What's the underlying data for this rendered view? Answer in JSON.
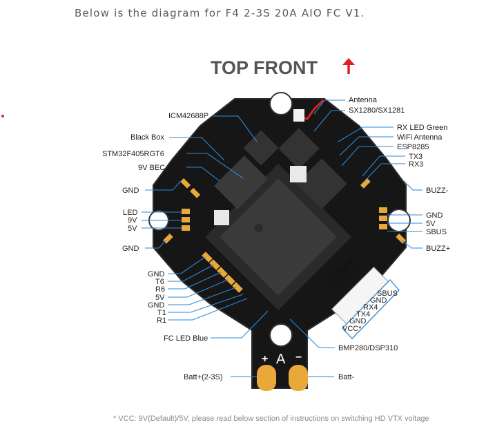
{
  "intro_text": "Below is the diagram for F4 2-3S 20A AIO FC V1.",
  "title": "TOP FRONT",
  "labels": {
    "antenna": "Antenna",
    "sx1280": "SX1280/SX1281",
    "icm": "ICM42688P",
    "rx_led": "RX LED Green",
    "blackbox": "Black Box",
    "wifi": "WiFi Antenna",
    "esp": "ESP8285",
    "stm32": "STM32F405RGT6",
    "tx3": "TX3",
    "rx3": "RX3",
    "bec": "9V BEC",
    "gnd_left_top": "GND",
    "buzz_minus": "BUZZ-",
    "led": "LED",
    "nine_v": "9V",
    "five_v_left": "5V",
    "gnd_right": "GND",
    "five_v_right": "5V",
    "sbus_right": "SBUS",
    "gnd_left_bottom": "GND",
    "buzz_plus": "BUZZ+",
    "gnd_bl": "GND",
    "t6": "T6",
    "r6": "R6",
    "five_v_bl": "5V",
    "gnd_bl2": "GND",
    "t1": "T1",
    "r1": "R1",
    "fc_led": "FC LED Blue",
    "bmp": "BMP280/DSP310",
    "batt_plus": "Batt+(2-3S)",
    "batt_minus": "Batt-"
  },
  "hd_port": {
    "title_line1": "HD Digital",
    "title_line2": "VTX Port",
    "pins": [
      "SBUS",
      "GND",
      "RX4",
      "TX4",
      "GND",
      "VCC*"
    ]
  },
  "silk": {
    "plus": "+",
    "minus": "−",
    "arrow": "A"
  },
  "footnote": "* VCC: 9V(Default)/5V, please read below section of instructions on switching HD VTX voltage",
  "colors": {
    "board": "#161616",
    "gold": "#e8a83a",
    "leader": "#2a8ad8",
    "arrow": "#e02020"
  }
}
